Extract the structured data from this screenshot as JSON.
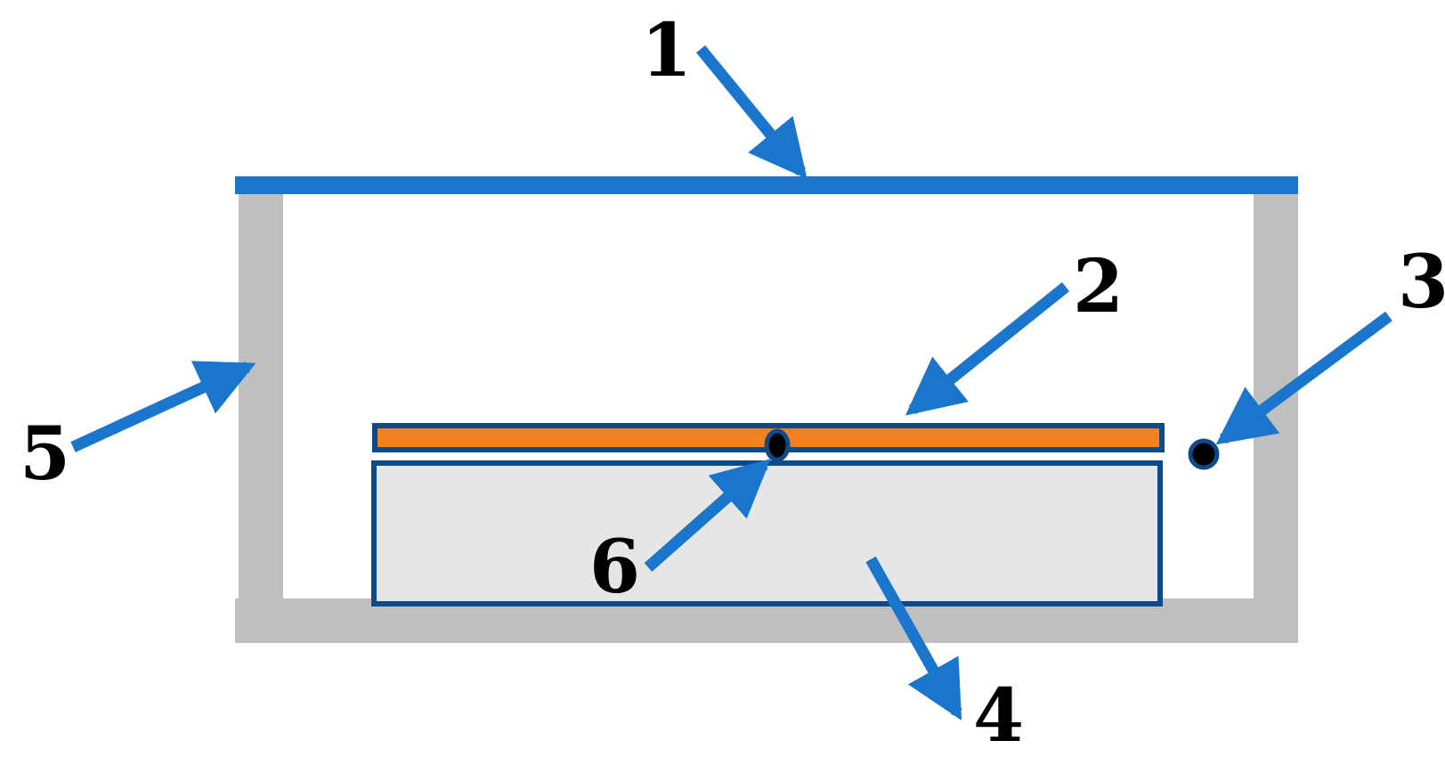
{
  "colors": {
    "lid": "#1976cc",
    "walls": "#bfbfbf",
    "base_fill": "#e6e6e6",
    "outline": "#0d4a8c",
    "film": "#f5821f",
    "arrow": "#1976cc",
    "dot_fill": "#000000",
    "label": "#000000"
  },
  "labels": {
    "l1": "1",
    "l2": "2",
    "l3": "3",
    "l4": "4",
    "l5": "5",
    "l6": "6"
  }
}
